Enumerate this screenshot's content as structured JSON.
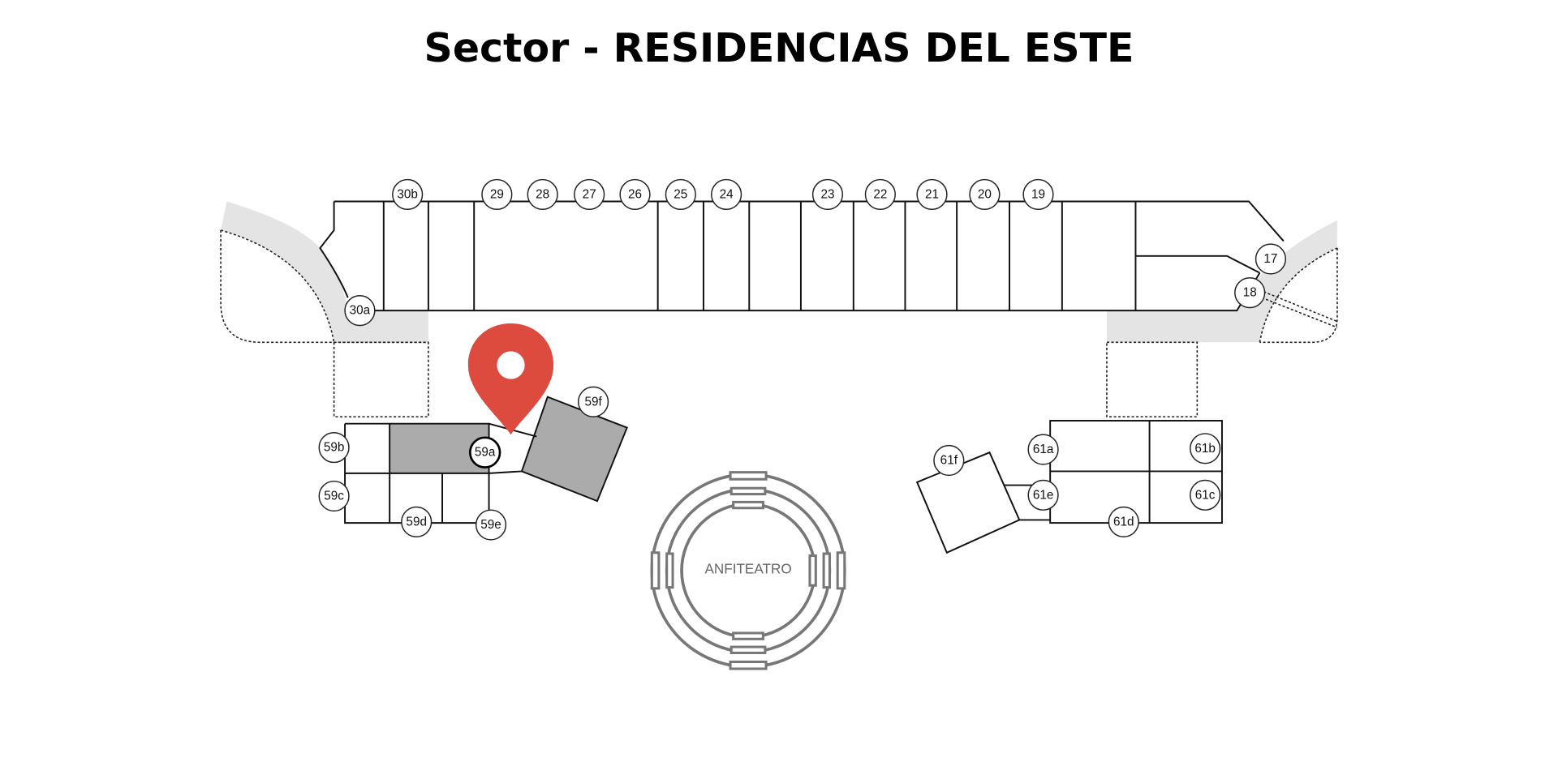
{
  "title": "Sector -  RESIDENCIAS DEL ESTE",
  "accent_color": "#dc4b3e",
  "selected_lot": "59a",
  "landmarks": {
    "amphitheater": "ANFITEATRO"
  },
  "lots": {
    "l30b": "30b",
    "l29": "29",
    "l28": "28",
    "l27": "27",
    "l26": "26",
    "l25": "25",
    "l24": "24",
    "l23": "23",
    "l22": "22",
    "l21": "21",
    "l20": "20",
    "l19": "19",
    "l17": "17",
    "l18": "18",
    "l30a": "30a",
    "l59a": "59a",
    "l59b": "59b",
    "l59c": "59c",
    "l59d": "59d",
    "l59e": "59e",
    "l59f": "59f",
    "l61a": "61a",
    "l61b": "61b",
    "l61c": "61c",
    "l61d": "61d",
    "l61e": "61e",
    "l61f": "61f"
  }
}
